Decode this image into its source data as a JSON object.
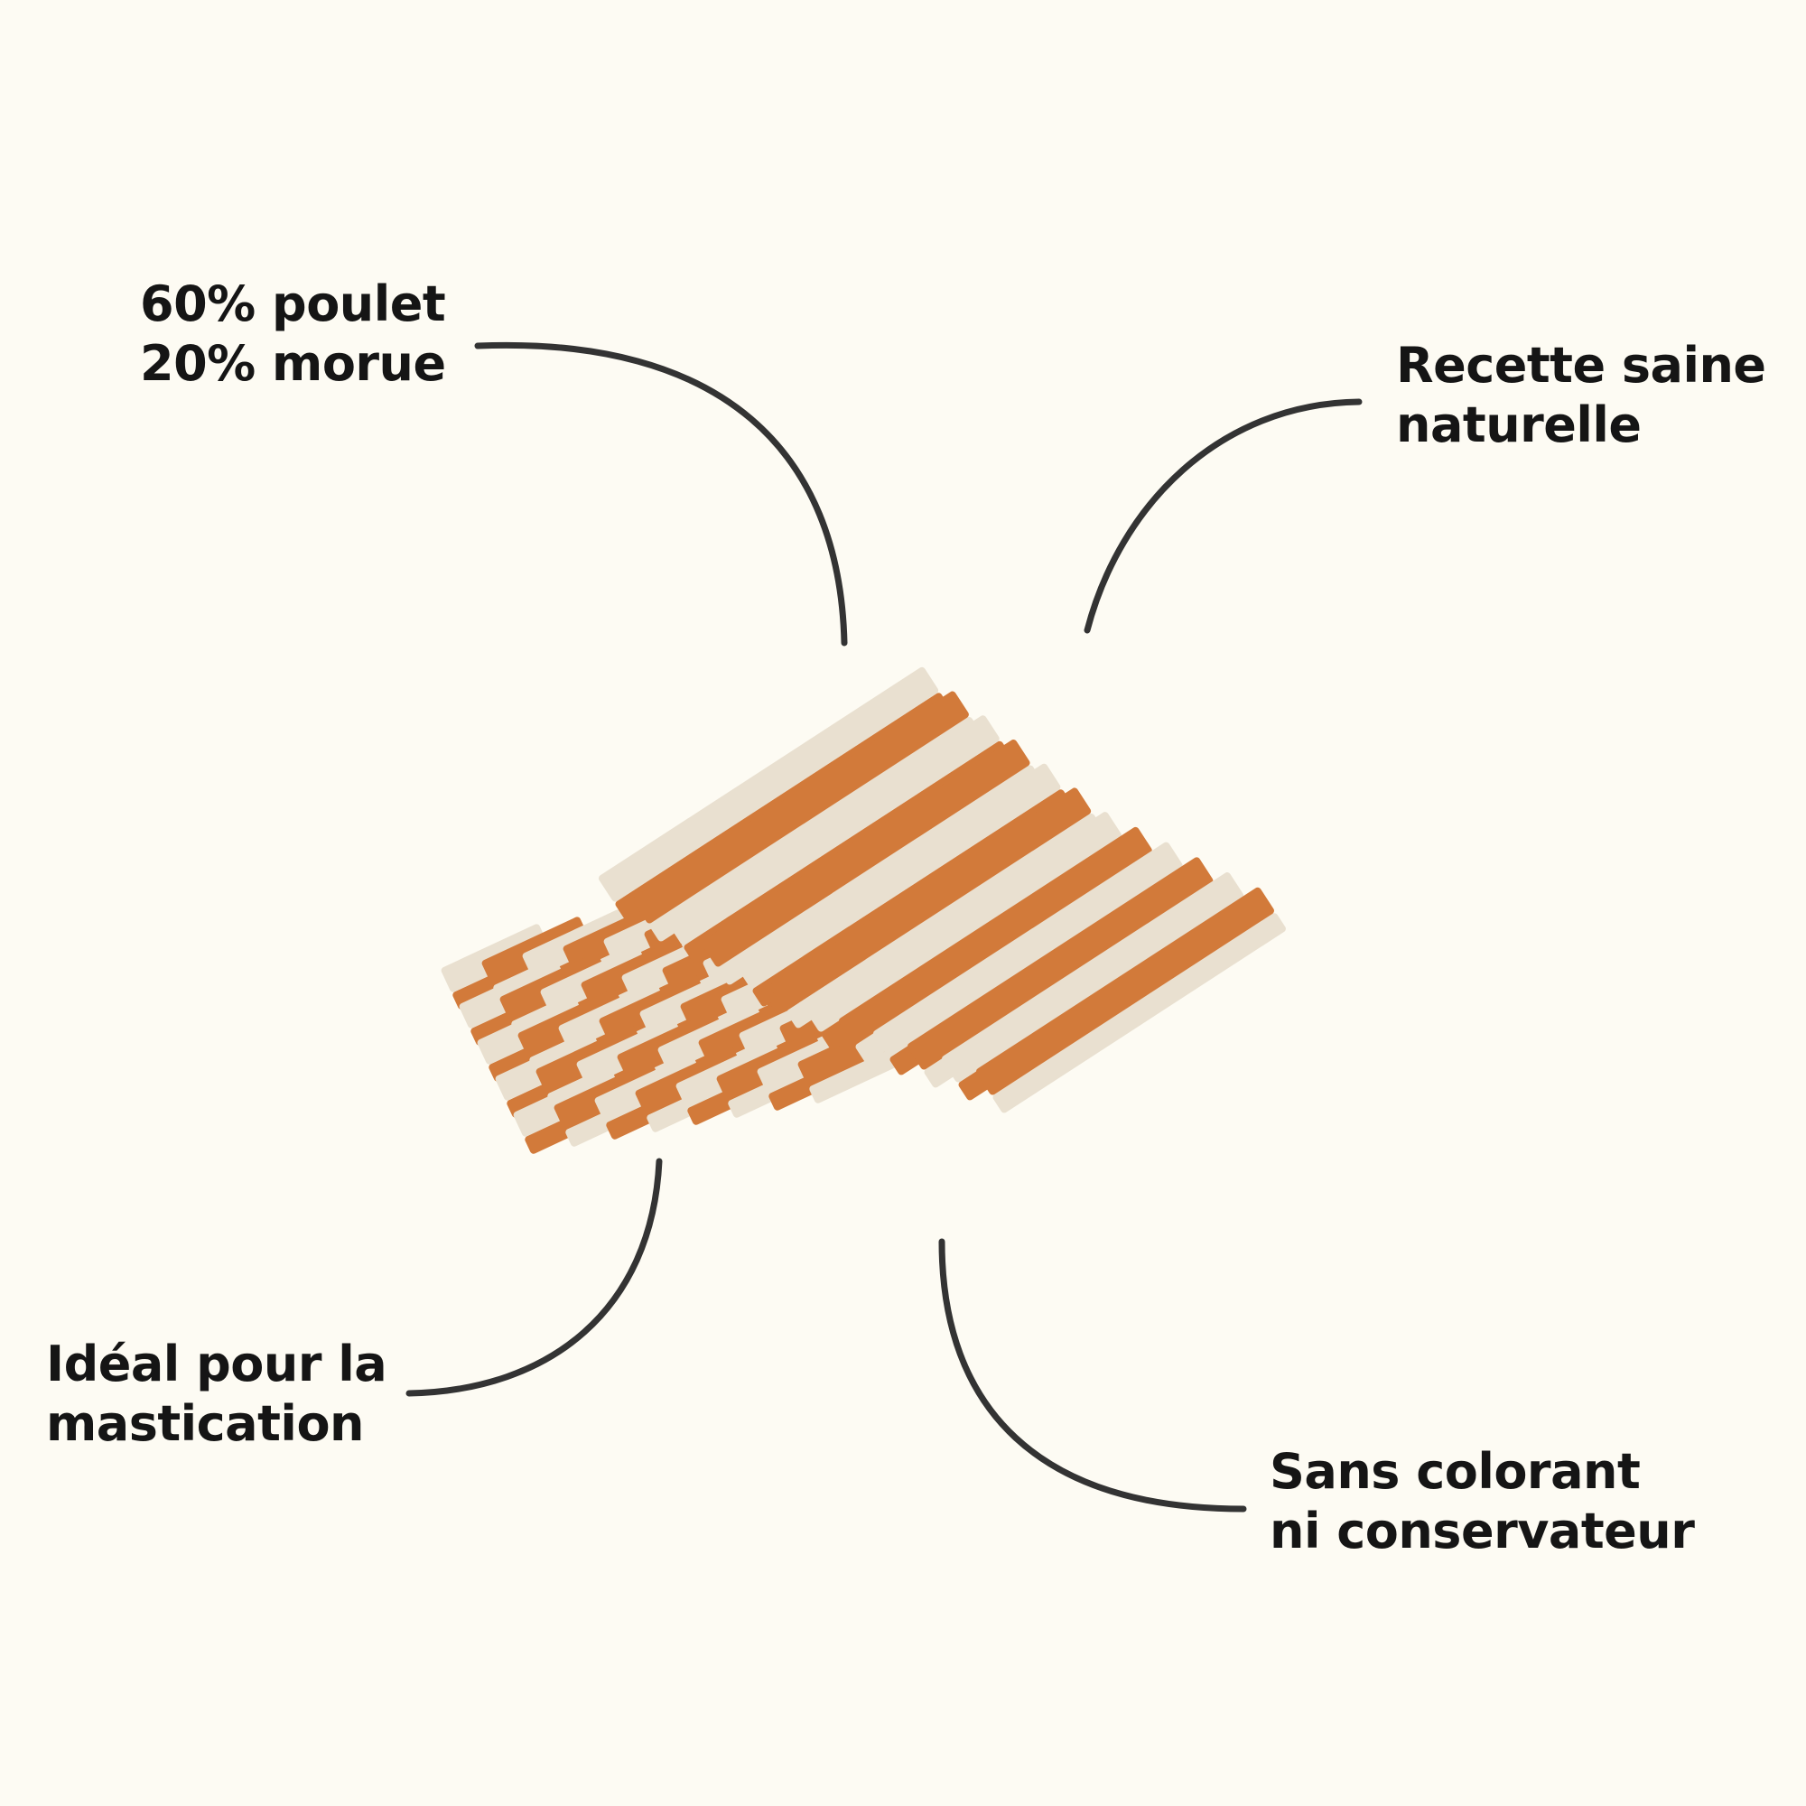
{
  "features": [
    {
      "lines": [
        "60% poulet",
        "20% morue"
      ]
    },
    {
      "lines": [
        "Recette saine",
        "naturelle"
      ]
    },
    {
      "lines": [
        "Idéal pour la",
        "mastication"
      ]
    },
    {
      "lines": [
        "Sans colorant",
        "ni conservateur"
      ]
    }
  ],
  "colors": {
    "background": "#fdfbf3",
    "text": "#151515",
    "connector": "#333333",
    "stick_orange": "#d27a3a",
    "stick_beige": "#e9e0d0"
  }
}
